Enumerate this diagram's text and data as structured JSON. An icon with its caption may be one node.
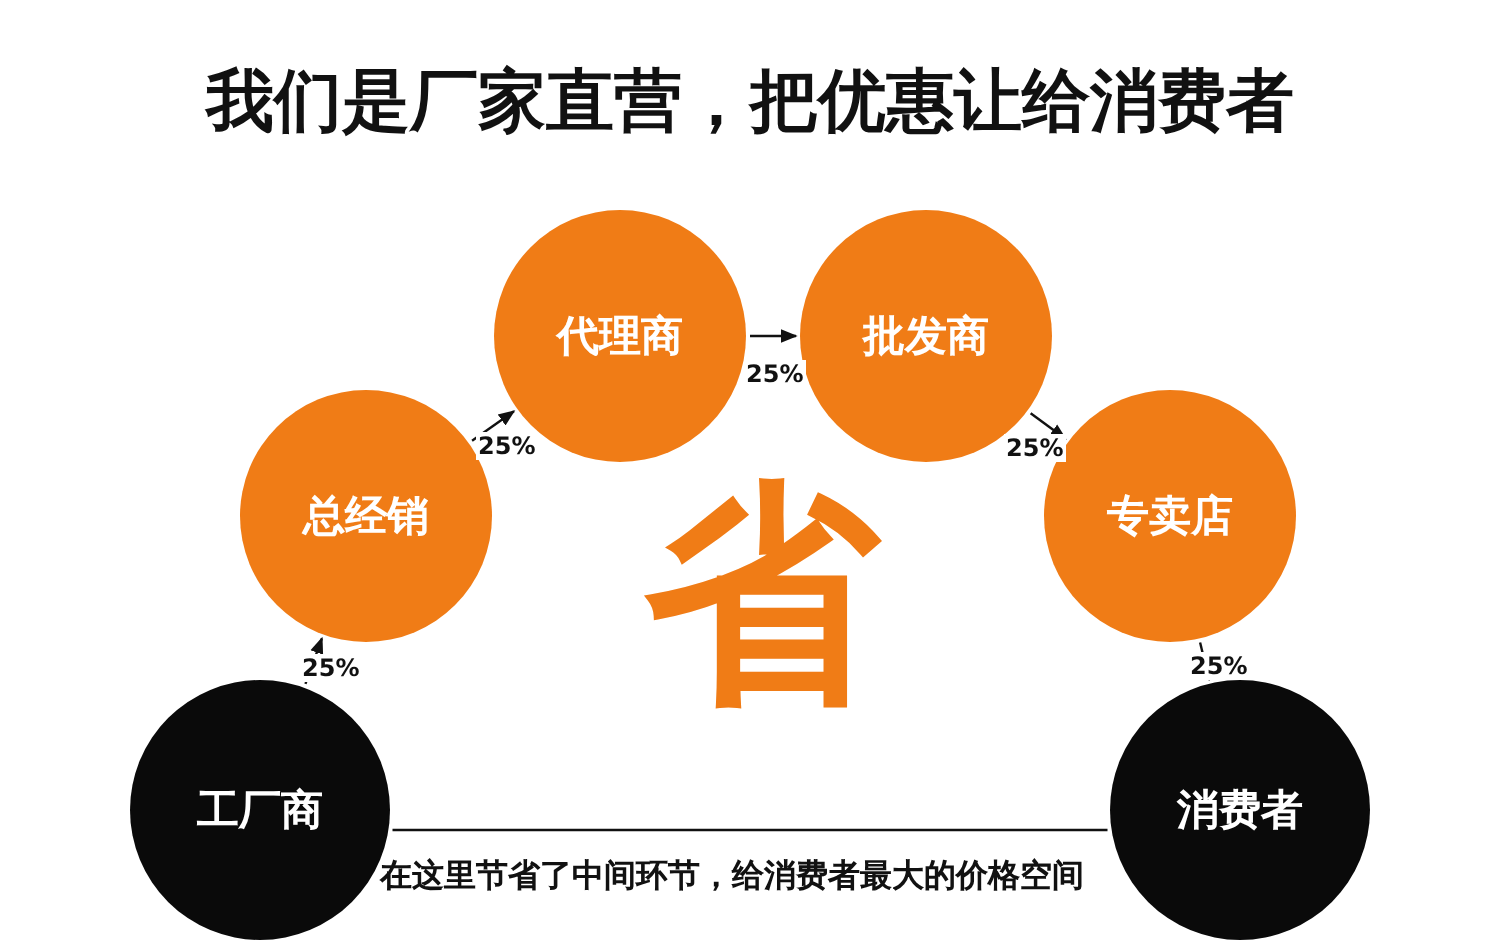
{
  "diagram": {
    "title": "我们是厂家直营，把优惠让给消费者",
    "nodes": [
      {
        "text": [
          "工厂商"
        ]
      },
      {
        "text": [
          "总经销"
        ]
      },
      {
        "text": [
          "代理商"
        ]
      },
      {
        "text": [
          "批发商"
        ]
      },
      {
        "text": [
          "专卖店"
        ]
      },
      {
        "text": [
          "消费者"
        ]
      }
    ],
    "edges": [
      {
        "from": 0,
        "to": 1,
        "arrow": "to",
        "label": "25%"
      },
      {
        "from": 1,
        "to": 2,
        "arrow": "to",
        "label": "25%"
      },
      {
        "from": 2,
        "to": 3,
        "arrow": "to",
        "label": "25%"
      },
      {
        "from": 3,
        "to": 4,
        "arrow": "to",
        "label": "25%"
      },
      {
        "from": 4,
        "to": 5,
        "arrow": "to",
        "label": "25%"
      },
      {
        "from": 0,
        "to": 5,
        "arrow": "none"
      }
    ],
    "labels": [
      "省",
      "在这里节省了中间环节，给消费者最大的价格空间"
    ]
  }
}
